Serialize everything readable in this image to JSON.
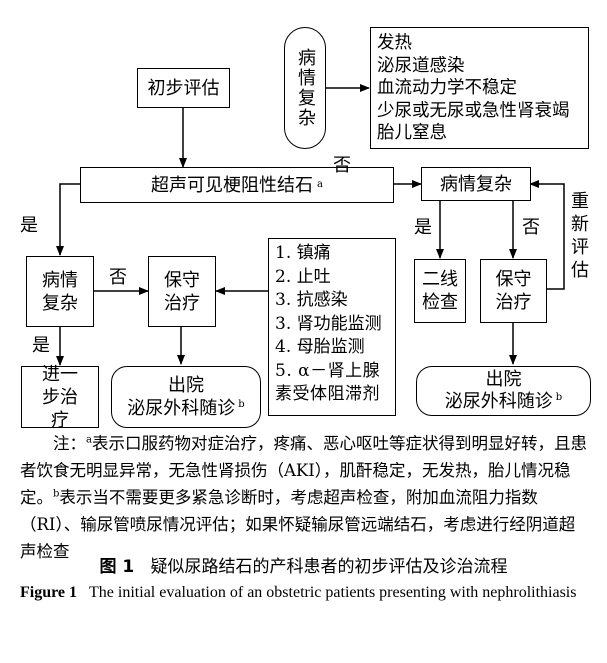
{
  "nodes": {
    "complex_side": "病情复杂",
    "complications": [
      "发热",
      "泌尿道感染",
      "血流动力学不稳定",
      "少尿或无尿或急性肾衰竭",
      "胎儿窒息"
    ],
    "initial": "初步评估",
    "ultrasound": "超声可见梗阻性结石",
    "ultrasound_sup": "a",
    "complex_right": "病情复杂",
    "complex_left": "病情复杂",
    "conservative_left": "保守治疗",
    "conservative_right": "保守治疗",
    "second_line": "二线检查",
    "further": "进一步治疗",
    "treatments": [
      "1. 镇痛",
      "2. 止吐",
      "3. 抗感染",
      "3. 肾功能监测",
      "4. 母胎监测",
      "5. α－肾上腺素受体阻滞剂"
    ],
    "discharge_left_1": "出院",
    "discharge_left_2": "泌尿外科随诊",
    "discharge_right_1": "出院",
    "discharge_right_2": "泌尿外科随诊",
    "discharge_sup": "b"
  },
  "edge_labels": {
    "no_top": "否",
    "yes_left": "是",
    "no_mid_left": "否",
    "yes_bottom_left": "是",
    "yes_right": "是",
    "no_right": "否",
    "reassess": "重新评估"
  },
  "note": {
    "prefix": "注：",
    "sup_a": "a",
    "text_a": "表示口服药物对症治疗，疼痛、恶心呕吐等症状得到明显好转，且患者饮食无明显异常，无急性肾损伤（AKI），肌酐稳定，无发热，胎儿情况稳定。",
    "sup_b": "b",
    "text_b": "表示当不需要更多紧急诊断时，考虑超声检查，附加血流阻力指数（RI）、输尿管喷尿情况评估；如果怀疑输尿管远端结石，考虑进行经阴道超声检查"
  },
  "caption": {
    "cn_label": "图 1",
    "cn_text": "疑似尿路结石的产科患者的初步评估及诊治流程",
    "en_label": "Figure 1",
    "en_text": "The initial evaluation of an obstetric patients presenting with nephrolithiasis"
  }
}
